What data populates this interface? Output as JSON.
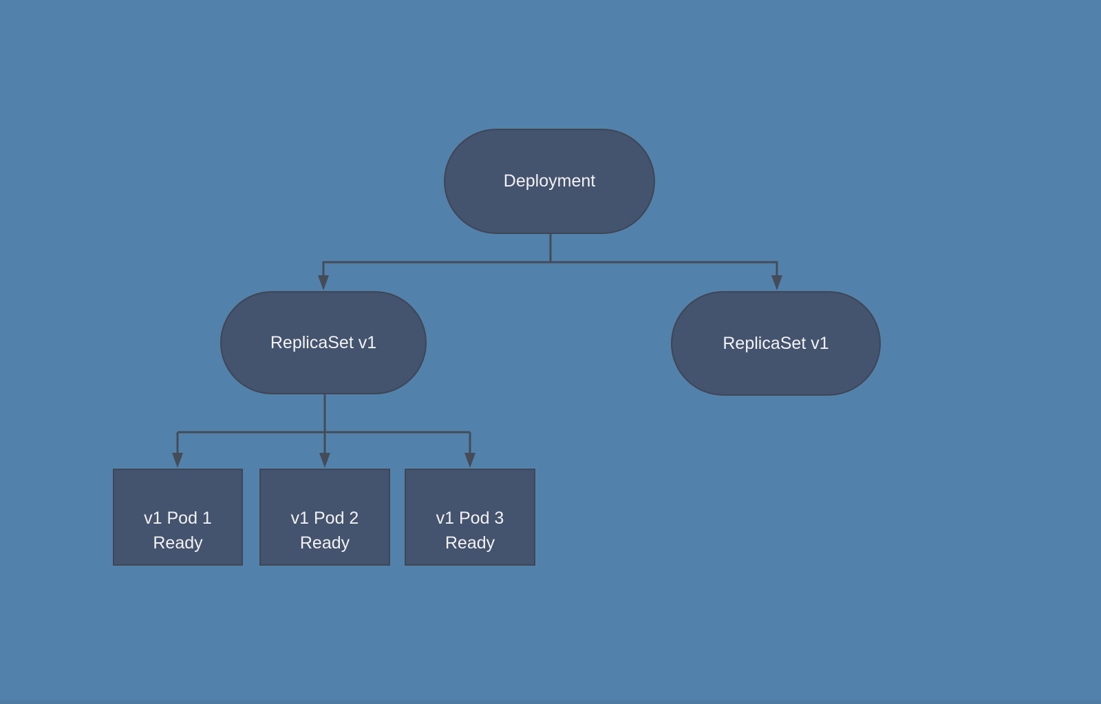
{
  "diagram": {
    "type": "flowchart",
    "description": "Kubernetes Deployment rollout hierarchy",
    "colors": {
      "background": "#5282ab",
      "node_fill": "#44536e",
      "node_border": "#3f4654",
      "connector": "#454b57",
      "text": "#f2f2f2",
      "bottom_edge": "#4d7ba4"
    },
    "nodes": {
      "deployment": {
        "label": "Deployment",
        "shape": "terminator"
      },
      "replicaset_left": {
        "label": "ReplicaSet v1",
        "shape": "terminator"
      },
      "replicaset_right": {
        "label": "ReplicaSet v1",
        "shape": "terminator"
      },
      "pod1": {
        "label": "v1 Pod 1",
        "status": "Ready",
        "shape": "rectangle"
      },
      "pod2": {
        "label": "v1 Pod 2",
        "status": "Ready",
        "shape": "rectangle"
      },
      "pod3": {
        "label": "v1 Pod 3",
        "status": "Ready",
        "shape": "rectangle"
      }
    },
    "edges": [
      {
        "from": "deployment",
        "to": "replicaset_left",
        "arrow": "down"
      },
      {
        "from": "deployment",
        "to": "replicaset_right",
        "arrow": "down"
      },
      {
        "from": "replicaset_left",
        "to": "pod1",
        "arrow": "down"
      },
      {
        "from": "replicaset_left",
        "to": "pod2",
        "arrow": "down"
      },
      {
        "from": "replicaset_left",
        "to": "pod3",
        "arrow": "down"
      }
    ]
  }
}
